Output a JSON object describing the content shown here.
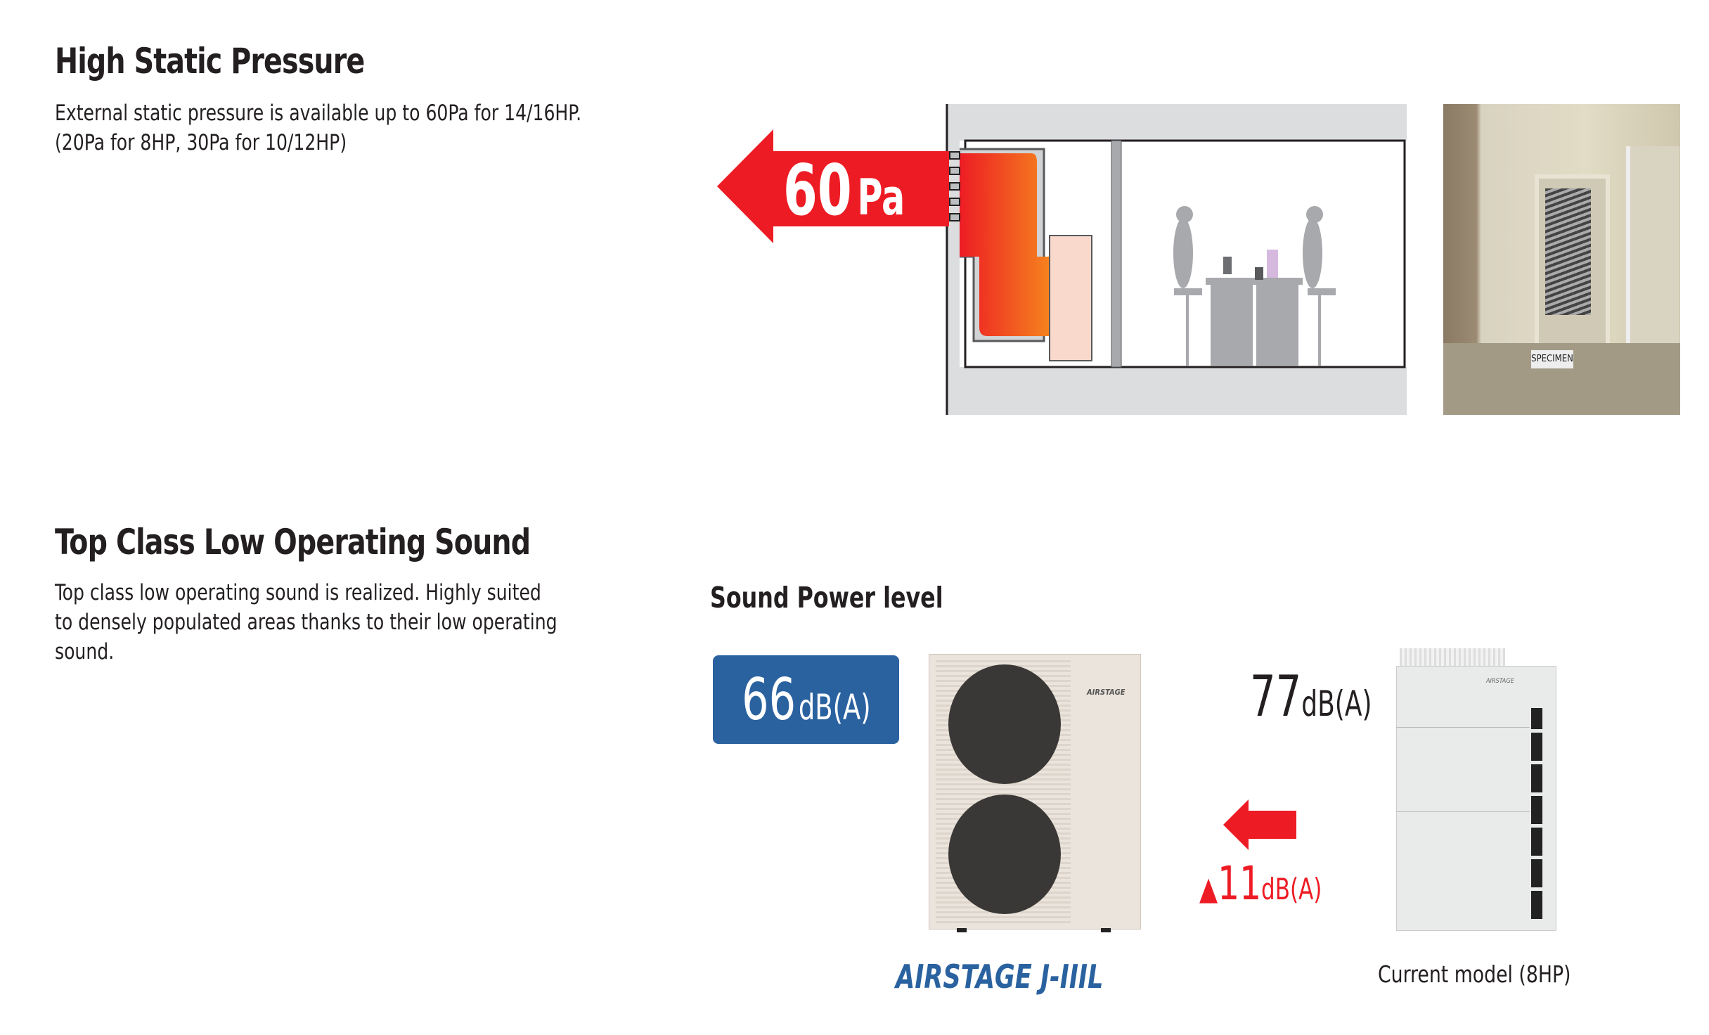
{
  "section1": {
    "title": "High Static Pressure",
    "description": [
      "External static pressure is available up to 60Pa for 14/16HP.",
      "(20Pa for 8HP, 30Pa for 10/12HP)"
    ],
    "arrow_value": "60",
    "arrow_unit": "Pa",
    "photo_sign": "SPECIMEN"
  },
  "section2": {
    "title": "Top Class Low Operating Sound",
    "description": [
      "Top class low operating sound is realized. Highly suited",
      "to densely populated areas thanks to their low operating",
      "sound."
    ],
    "chart_title": "Sound Power level",
    "new_model": {
      "value": "66",
      "unit": "dB(A)",
      "logo": "AIRSTAGE J-IIIL",
      "unit_brand": "AIRSTAGE"
    },
    "current_model": {
      "value": "77",
      "unit": "dB(A)",
      "label": "Current model (8HP)",
      "unit_brand": "AIRSTAGE"
    },
    "reduction": {
      "symbol": "▲",
      "value": "11",
      "unit": "dB(A)"
    },
    "colors": {
      "accent_blue": "#2a62a0",
      "accent_red": "#ed1c24"
    }
  }
}
